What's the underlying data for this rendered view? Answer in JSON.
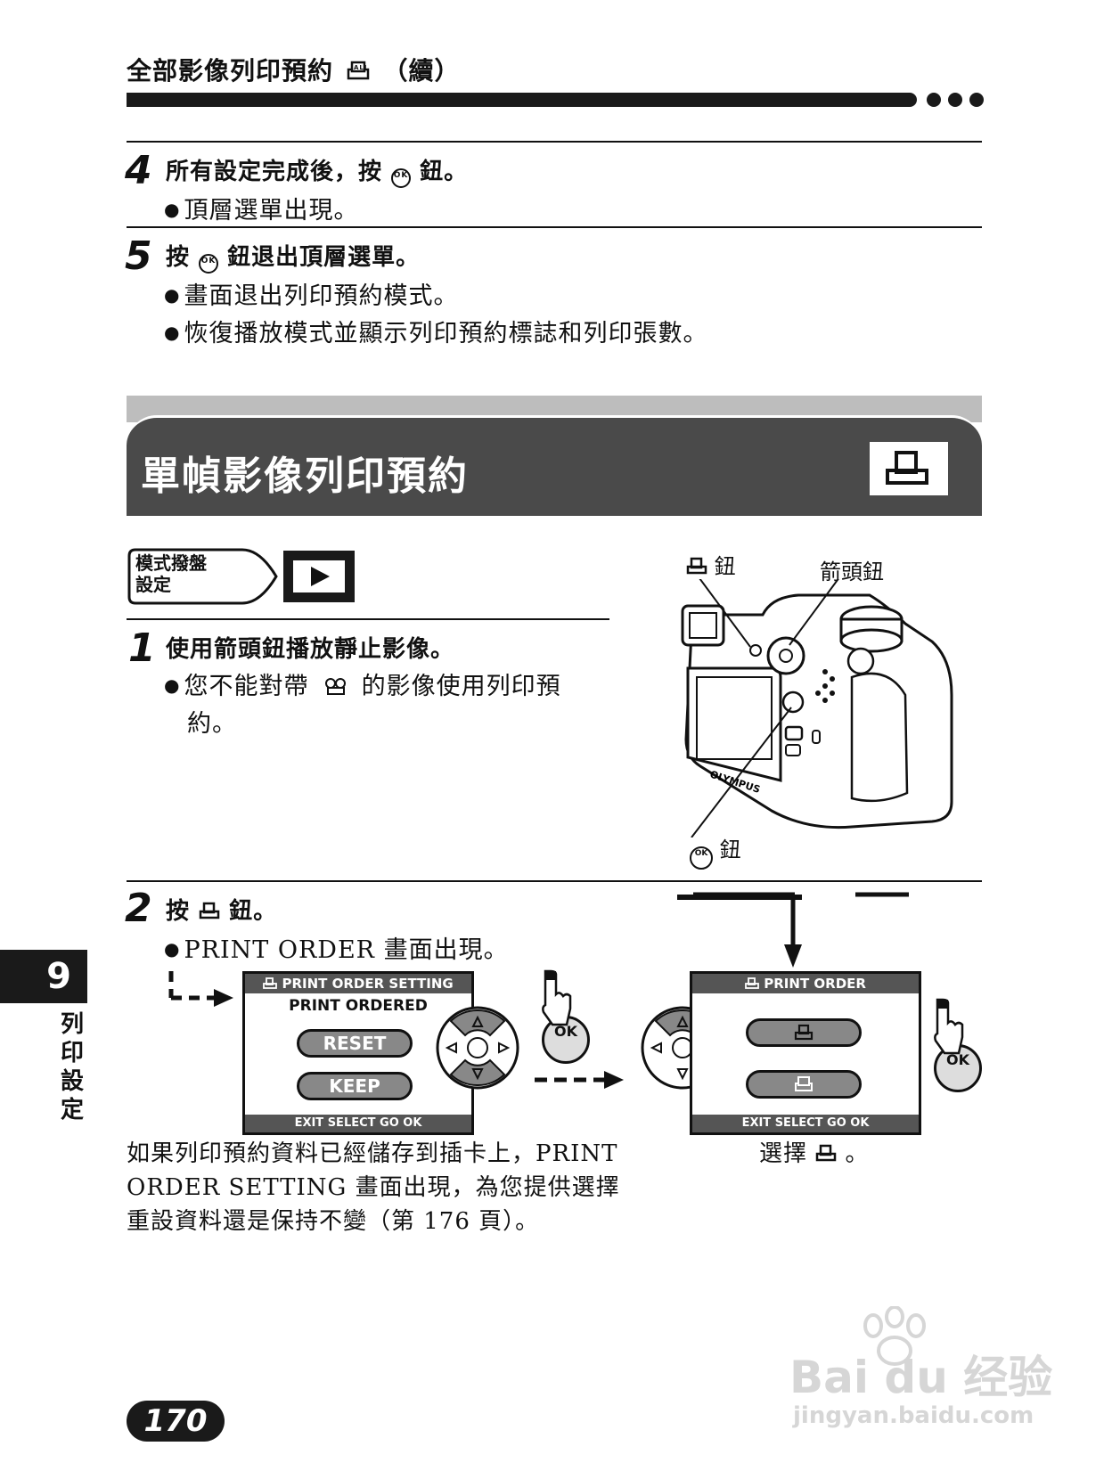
{
  "header": {
    "title": "全部影像列印預約",
    "title_suffix": "（續）"
  },
  "step4": {
    "num": "4",
    "title_a": "所有設定完成後，按",
    "title_b": "鈕。",
    "b1": "頂層選單出現。"
  },
  "step5": {
    "num": "5",
    "title_a": "按",
    "title_b": "鈕退出頂層選單。",
    "b1": "畫面退出列印預約模式。",
    "b2": "恢復播放模式並顯示列印預約標誌和列印張數。"
  },
  "section": {
    "title": "單幀影像列印預約"
  },
  "mode_tag": {
    "line1": "模式撥盤",
    "line2": "設定"
  },
  "camera_labels": {
    "print_button": "鈕",
    "arrow_button": "箭頭鈕",
    "ok_button": "鈕",
    "brand": "OLYMPUS"
  },
  "step1": {
    "num": "1",
    "title": "使用箭頭鈕播放靜止影像。",
    "b1_a": "您不能對帶",
    "b1_b": "的影像使用列印預",
    "b1_c": "約。"
  },
  "step2": {
    "num": "2",
    "title_a": "按",
    "title_b": "鈕。",
    "b1": "PRINT ORDER 畫面出現。"
  },
  "screen1": {
    "title": "PRINT ORDER SETTING",
    "subtitle": "PRINT ORDERED",
    "opt1": "RESET",
    "opt2": "KEEP",
    "footer": "EXIT SELECT GO OK"
  },
  "screen2": {
    "title": "PRINT ORDER",
    "footer": "EXIT SELECT GO OK"
  },
  "ok_label": "OK",
  "caption_left": [
    "如果列印預約資料已經儲存到插卡上，PRINT",
    "ORDER SETTING 畫面出現，為您提供選擇",
    "重設資料還是保持不變（第 176 頁）。"
  ],
  "caption_right": "選擇",
  "caption_right_end": "。",
  "chapter": {
    "num": "9",
    "label": [
      "列",
      "印",
      "設",
      "定"
    ]
  },
  "page_number": "170",
  "watermark": {
    "brand": "Bai du 经验",
    "url": "jingyan.baidu.com"
  }
}
